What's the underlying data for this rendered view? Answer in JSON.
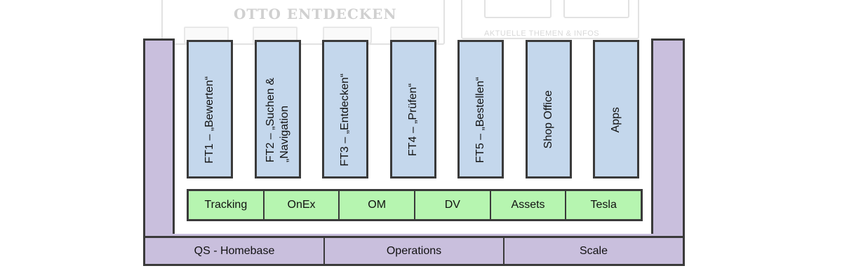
{
  "background_sketch": {
    "title": "OTTO ENTDECKEN",
    "subtitle": "AKTUELLE THEMEN & INFOS"
  },
  "feature_teams": [
    {
      "label": "FT1 – „Bewerten“"
    },
    {
      "label": "FT2 – „Suchen &\n„Navigation"
    },
    {
      "label": "FT3 – „Entdecken“"
    },
    {
      "label": "FT4 – „Prüfen“"
    },
    {
      "label": "FT5 – „Bestellen“"
    },
    {
      "label": "Shop Office"
    },
    {
      "label": "Apps"
    }
  ],
  "platform_layer": [
    "Tracking",
    "OnEx",
    "OM",
    "DV",
    "Assets",
    "Tesla"
  ],
  "foundation_layer": [
    "QS - Homebase",
    "Operations",
    "Scale"
  ],
  "colors": {
    "feature_team_fill": "#c4d7ec",
    "platform_fill": "#b6f5b0",
    "foundation_fill": "#c9bfdd",
    "outline": "#3a3a3a"
  }
}
